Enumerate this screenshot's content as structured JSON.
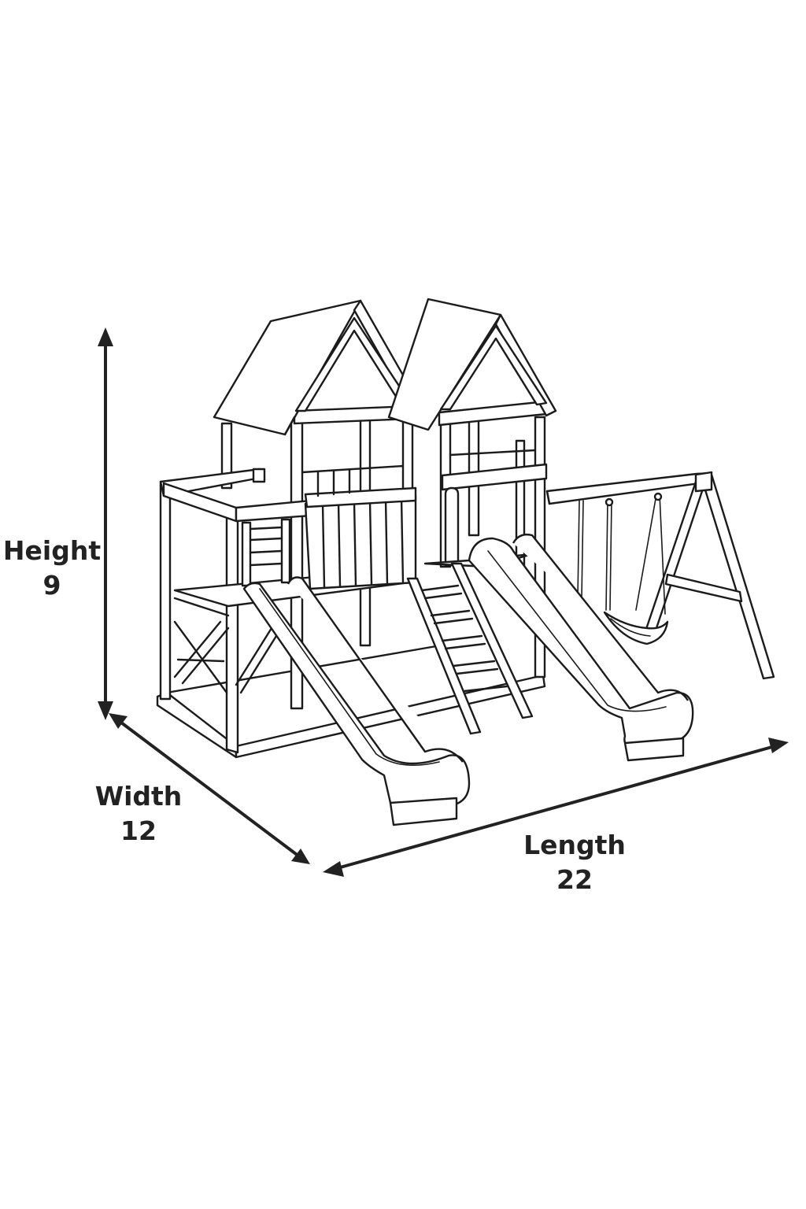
{
  "dimensions": {
    "height": {
      "label": "Height",
      "value": "9"
    },
    "width": {
      "label": "Width",
      "value": "12"
    },
    "length": {
      "label": "Length",
      "value": "22"
    }
  },
  "colors": {
    "line": "#1b1b1b",
    "text": "#222222",
    "background": "#ffffff"
  }
}
